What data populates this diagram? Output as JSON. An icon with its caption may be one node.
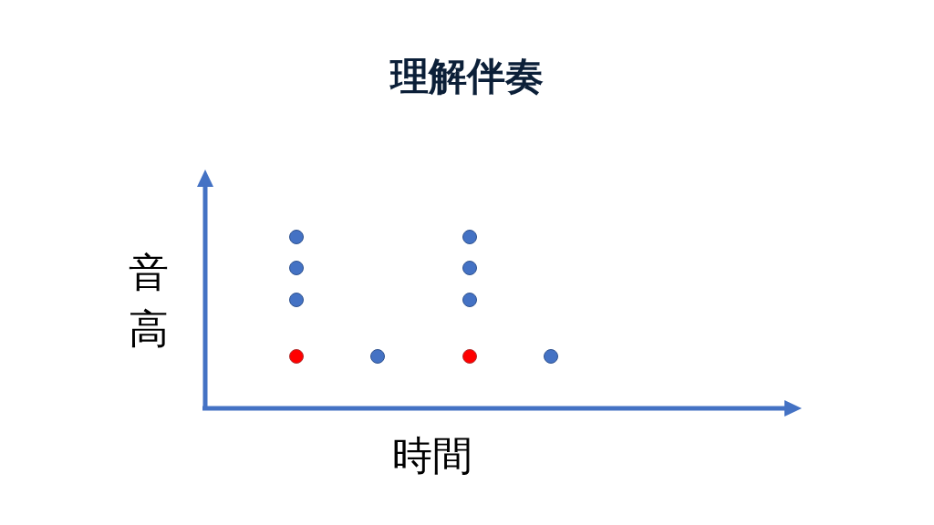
{
  "diagram": {
    "title": "理解伴奏",
    "labels": [
      "音高",
      "時間"
    ]
  }
}
